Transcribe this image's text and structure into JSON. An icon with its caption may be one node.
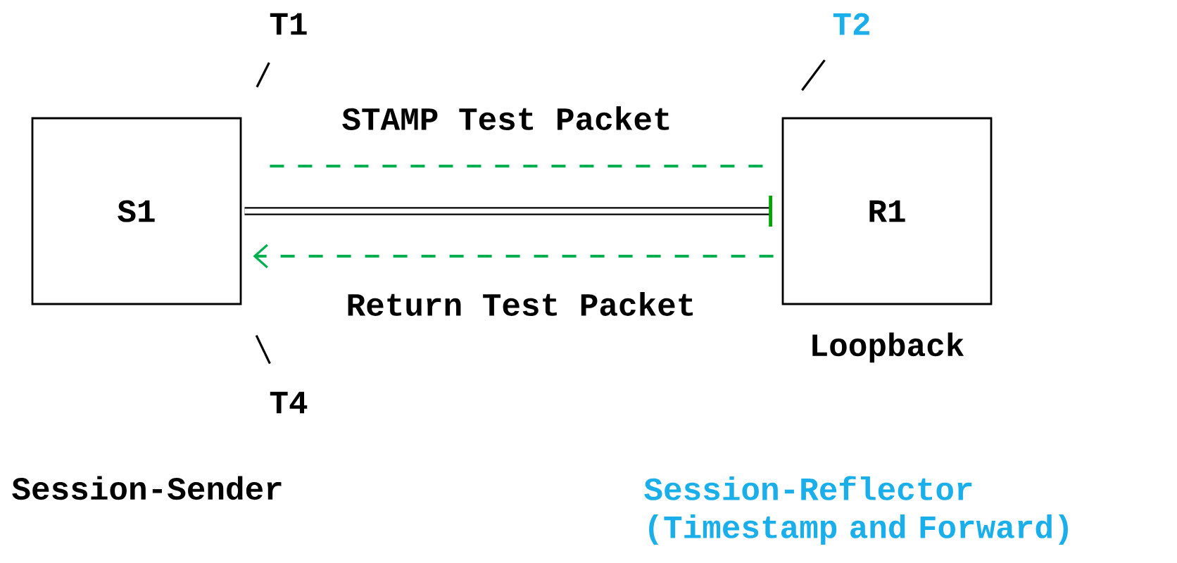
{
  "diagram": {
    "nodes": [
      {
        "text": [
          "S1"
        ]
      },
      {
        "text": [
          "R1"
        ],
        "beside": [
          "Loopback"
        ]
      },
      {
        "text": [
          "T1"
        ]
      },
      {
        "text": [
          "T2"
        ]
      },
      {
        "text": [
          "T4"
        ]
      }
    ],
    "edges": [
      {
        "from": 0,
        "to": 1,
        "arrow": "none",
        "label": "STAMP Test Packet",
        "style": "dashed",
        "color": "#00b050"
      },
      {
        "from": 0,
        "to": 1,
        "arrow": "none",
        "style": "thick"
      },
      {
        "from": 1,
        "to": 0,
        "arrow": "to",
        "label": "Return Test Packet",
        "style": "dashed",
        "color": "#00b050"
      },
      {
        "from": 2,
        "to": 0,
        "arrow": "none"
      },
      {
        "from": 3,
        "to": 1,
        "arrow": "none"
      },
      {
        "from": 4,
        "to": 0,
        "arrow": "none"
      }
    ],
    "labels": [
      "Session-Sender",
      "Session-Reflector (Timestamp and Forward)"
    ]
  }
}
